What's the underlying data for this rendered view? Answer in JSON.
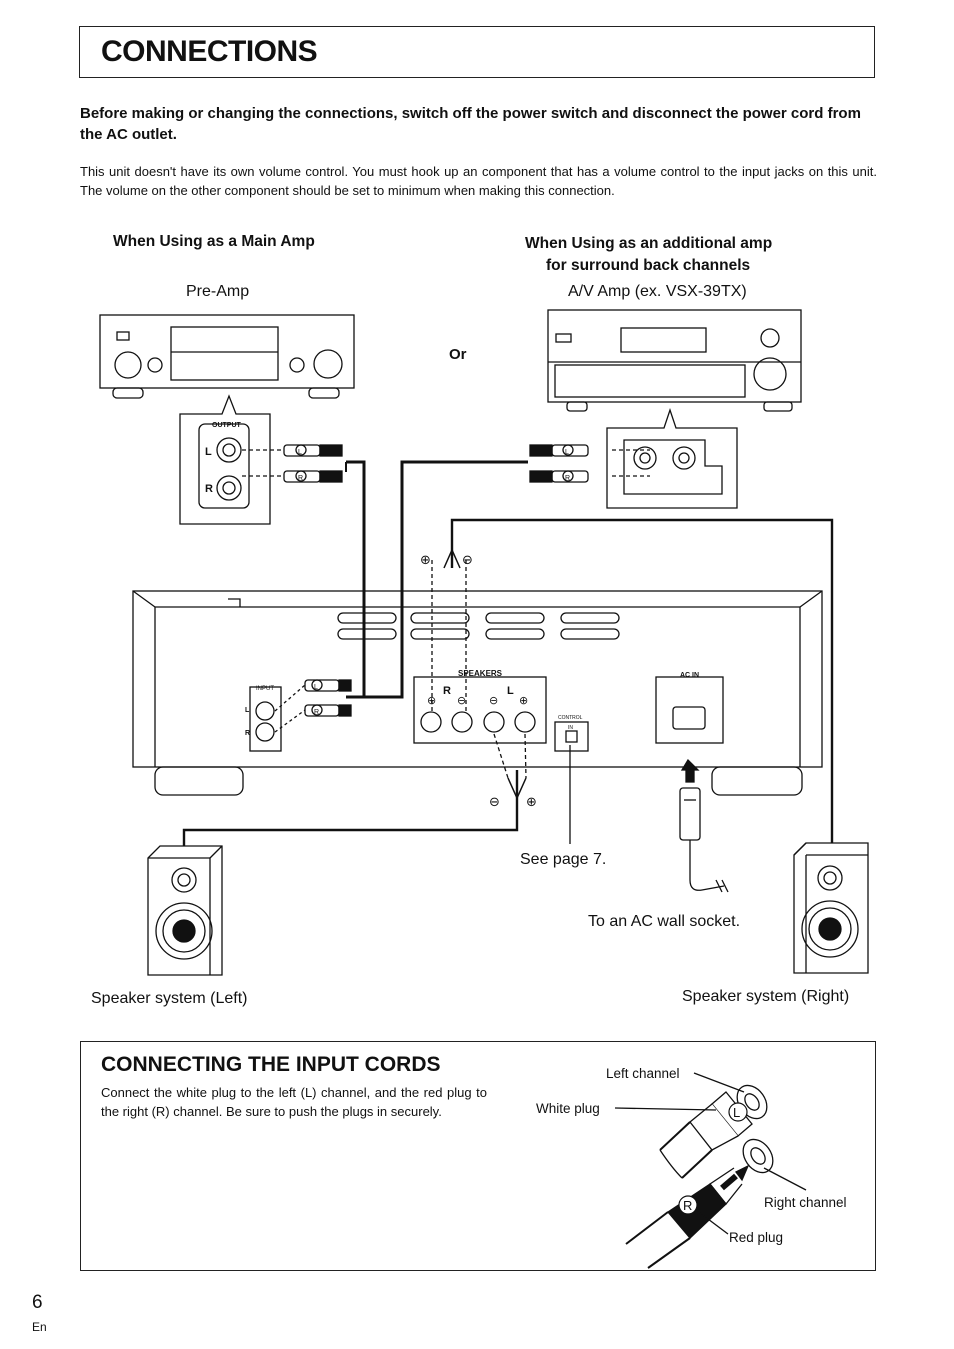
{
  "title": "CONNECTIONS",
  "warning": "Before making or changing the connections, switch off the power switch and disconnect the power cord from the AC outlet.",
  "intro": "This unit doesn't have its own volume control. You must hook up an component that has a volume control to the input jacks on this unit. The volume on the other component should be set to minimum when making this connection.",
  "diagram": {
    "heading_main": "When Using as a Main Amp",
    "heading_additional_1": "When Using as an additional amp",
    "heading_additional_2": "for surround back channels",
    "preamp_label": "Pre-Amp",
    "avamp_label": "A/V Amp (ex. VSX-39TX)",
    "or_label": "Or",
    "output_label": "OUTPUT",
    "input_label": "INPUT",
    "speakers_label": "SPEAKERS",
    "control_label": "CONTROL",
    "control_in_label": "IN",
    "acin_label": "AC IN",
    "jack_l": "L",
    "jack_r": "R",
    "see_page": "See page 7.",
    "ac_socket": "To an AC wall socket.",
    "speaker_left": "Speaker system (Left)",
    "speaker_right": "Speaker system (Right)"
  },
  "input_cords": {
    "title": "CONNECTING THE INPUT CORDS",
    "text": "Connect the white plug to the left (L) channel, and the red plug to the right (R) channel. Be sure to push the plugs in securely.",
    "left_channel": "Left channel",
    "white_plug": "White plug",
    "right_channel": "Right channel",
    "red_plug": "Red plug",
    "plug_l": "L",
    "plug_r": "R"
  },
  "footer": {
    "page_number": "6",
    "lang": "En"
  }
}
